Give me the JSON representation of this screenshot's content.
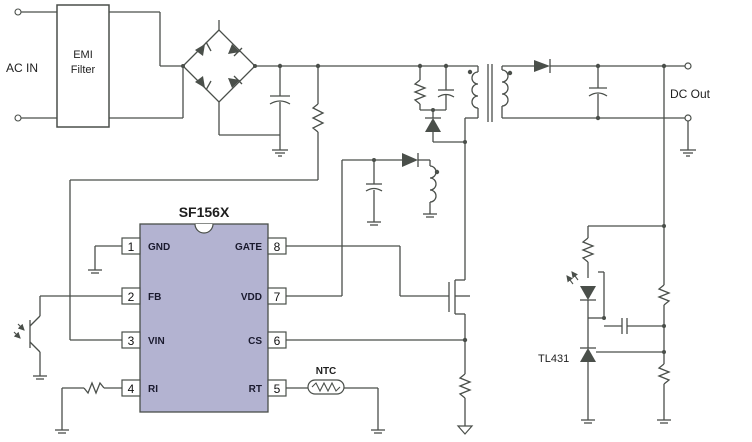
{
  "labels": {
    "ac_in": "AC IN",
    "emi_line1": "EMI",
    "emi_line2": "Filter",
    "dc_out": "DC Out",
    "chip": "SF156X",
    "ntc": "NTC",
    "tl431": "TL431"
  },
  "pins": [
    {
      "num": "1",
      "name": "GND"
    },
    {
      "num": "2",
      "name": "FB"
    },
    {
      "num": "3",
      "name": "VIN"
    },
    {
      "num": "4",
      "name": "RI"
    },
    {
      "num": "5",
      "name": "RT"
    },
    {
      "num": "6",
      "name": "CS"
    },
    {
      "num": "7",
      "name": "VDD"
    },
    {
      "num": "8",
      "name": "GATE"
    }
  ],
  "colors": {
    "wire": "#4a4f4a",
    "chip_fill": "#b3b3d1"
  }
}
